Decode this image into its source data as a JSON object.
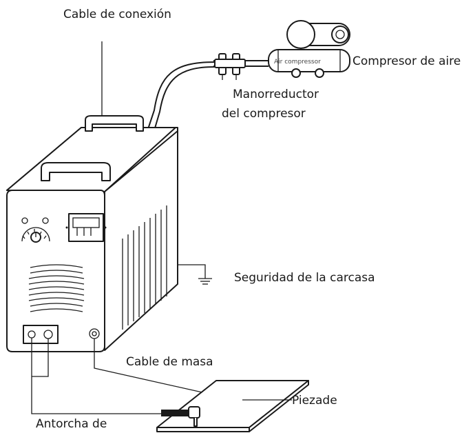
{
  "labels": {
    "connection_cable": "Cable de conexión",
    "air_compressor": "Compresor de aire",
    "compressor_regulator_line1": "Manorreductor",
    "compressor_regulator_line2": "del compresor",
    "casing_safety": "Seguridad de la carcasa",
    "ground_cable": "Cable de masa",
    "workpiece": "Piezade",
    "torch": "Antorcha de"
  },
  "compressor_tank_text": "Air compressor",
  "icons": {
    "machine": "plasma-cutter-machine-icon",
    "compressor": "air-compressor-icon",
    "ground": "ground-symbol-icon",
    "torch": "torch-icon",
    "workpiece": "workpiece-plate-icon"
  }
}
